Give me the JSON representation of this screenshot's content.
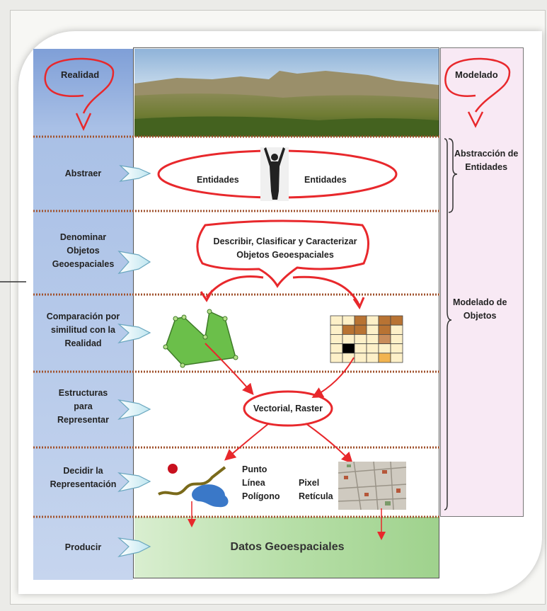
{
  "headers": {
    "left": "Realidad",
    "right": "Modelado"
  },
  "steps": [
    {
      "label": "Abstraer"
    },
    {
      "label": "Denominar\nObjetos\nGeoespaciales"
    },
    {
      "label": "Comparación por\nsimilitud con la\nRealidad"
    },
    {
      "label": "Estructuras\npara\nRepresentar"
    },
    {
      "label": "Decidir la\nRepresentación"
    },
    {
      "label": "Producir"
    }
  ],
  "center": {
    "entities_left": "Entidades",
    "entities_right": "Entidades",
    "describe": "Describir, Clasificar y Caracterizar\nObjetos Geoespaciales",
    "structures": "Vectorial, Raster",
    "vector_types": "Punto\nLínea\nPolígono",
    "raster_types": "Pixel\nRetícula",
    "product": "Datos Geoespaciales"
  },
  "right_labels": {
    "abstraction": "Abstracción de\nEntidades",
    "object_modeling": "Modelado de\nObjetos"
  },
  "colors": {
    "accent_red": "#e8282c",
    "left_column": "#a9c0e6",
    "right_column": "#f8e9f4",
    "separator": "#a0522d",
    "polygon_fill": "#6bbf4a",
    "product_fill": "#b7dfa8"
  }
}
